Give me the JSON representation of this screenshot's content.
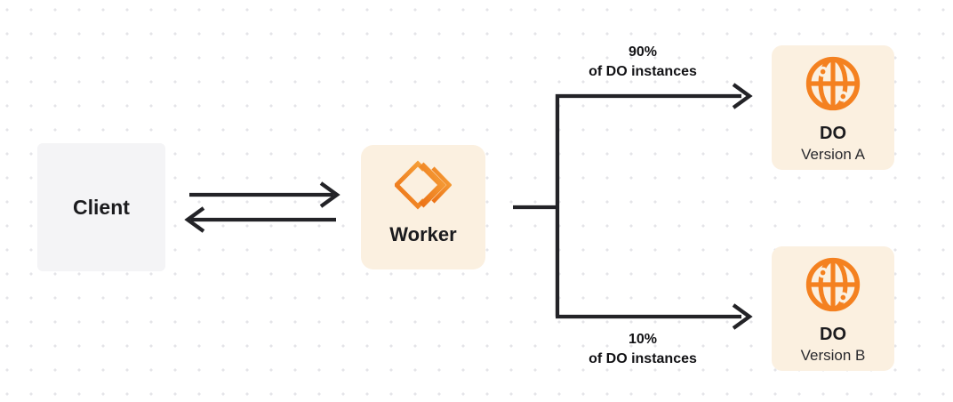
{
  "canvas": {
    "background": "#FFFFFF",
    "dot_grid_color": "#E4E4E8"
  },
  "colors": {
    "accent_orange": "#F48120",
    "accent_orange_light": "#F6A23B",
    "box_cream": "#FBF0E0",
    "box_gray": "#F4F4F6",
    "line_dark": "#232327"
  },
  "nodes": {
    "client": {
      "label": "Client"
    },
    "worker": {
      "label": "Worker",
      "icon": "workers-logo-icon"
    },
    "do_version_a": {
      "title": "DO",
      "subtitle": "Version A",
      "icon": "globe-icon"
    },
    "do_version_b": {
      "title": "DO",
      "subtitle": "Version B",
      "icon": "globe-icon"
    }
  },
  "edges": {
    "client_worker": {
      "type": "bidirectional-arrows"
    },
    "branch_a": {
      "percent": "90%",
      "caption": "of DO instances"
    },
    "branch_b": {
      "percent": "10%",
      "caption": "of DO instances"
    }
  }
}
